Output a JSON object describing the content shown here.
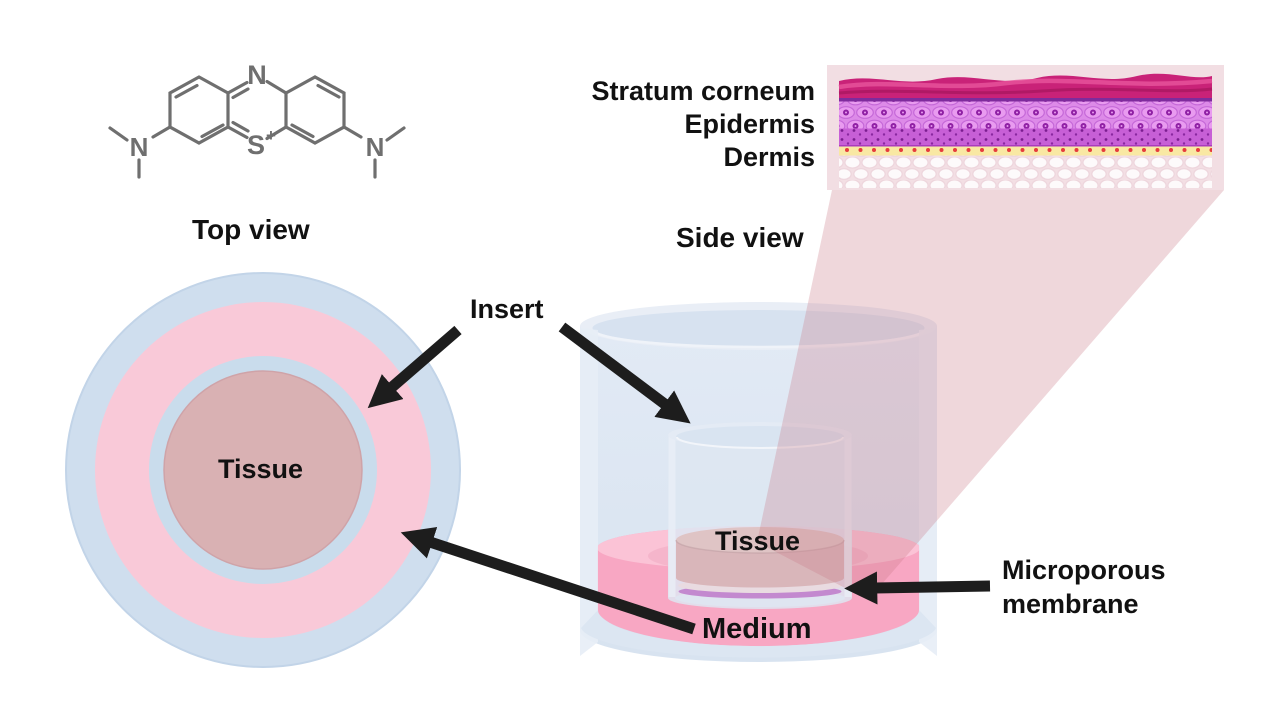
{
  "title_labels": {
    "top_view": "Top view",
    "side_view": "Side view"
  },
  "molecule": {
    "ring_nitrogen": "N",
    "ring_sulfur": "S",
    "sulfur_charge": "+",
    "amine_left_nitrogen": "N",
    "amine_right_nitrogen": "N"
  },
  "skin_layer_labels": {
    "stratum_corneum": "Stratum corneum",
    "epidermis": "Epidermis",
    "dermis": "Dermis"
  },
  "callout_labels": {
    "insert": "Insert",
    "tissue_top_view": "Tissue",
    "tissue_side_view": "Tissue",
    "medium": "Medium",
    "membrane_line1": "Microporous",
    "membrane_line2": "membrane"
  },
  "colors": {
    "background": "#ffffff",
    "text": "#111111",
    "arrow_black": "#1d1d1d",
    "molecule_gray": "#6f6f6f",
    "well_blue": "#dce6f2",
    "well_rim_light": "#e9eef6",
    "ring_outer_blue": "#cfdeee",
    "ring_pink": "#f9c9d8",
    "ring_inner_blue": "#c9dcec",
    "tissue_mauve": "#d9b1b3",
    "tissue_top_mauve": "#ddb6b4",
    "tissue_face_mauve": "#d5a3a6",
    "medium_pink": "#f8a7c3",
    "medium_top_pink": "#fbc3d6",
    "membrane_purple": "#b767c2",
    "projection_tint": "#c97988",
    "skin_background": "#f2dee3",
    "stratum_magenta": "#c92278",
    "epidermis_violet": "#dd8ae8",
    "nuclei_purple": "#8f20a4",
    "basal_violet": "#c75fd6",
    "basement_yellow": "#f9e8a3",
    "basement_dot_red": "#e63c3c",
    "dermis_background": "#f3dfe4",
    "dermis_cell_white": "#fdfafb"
  }
}
